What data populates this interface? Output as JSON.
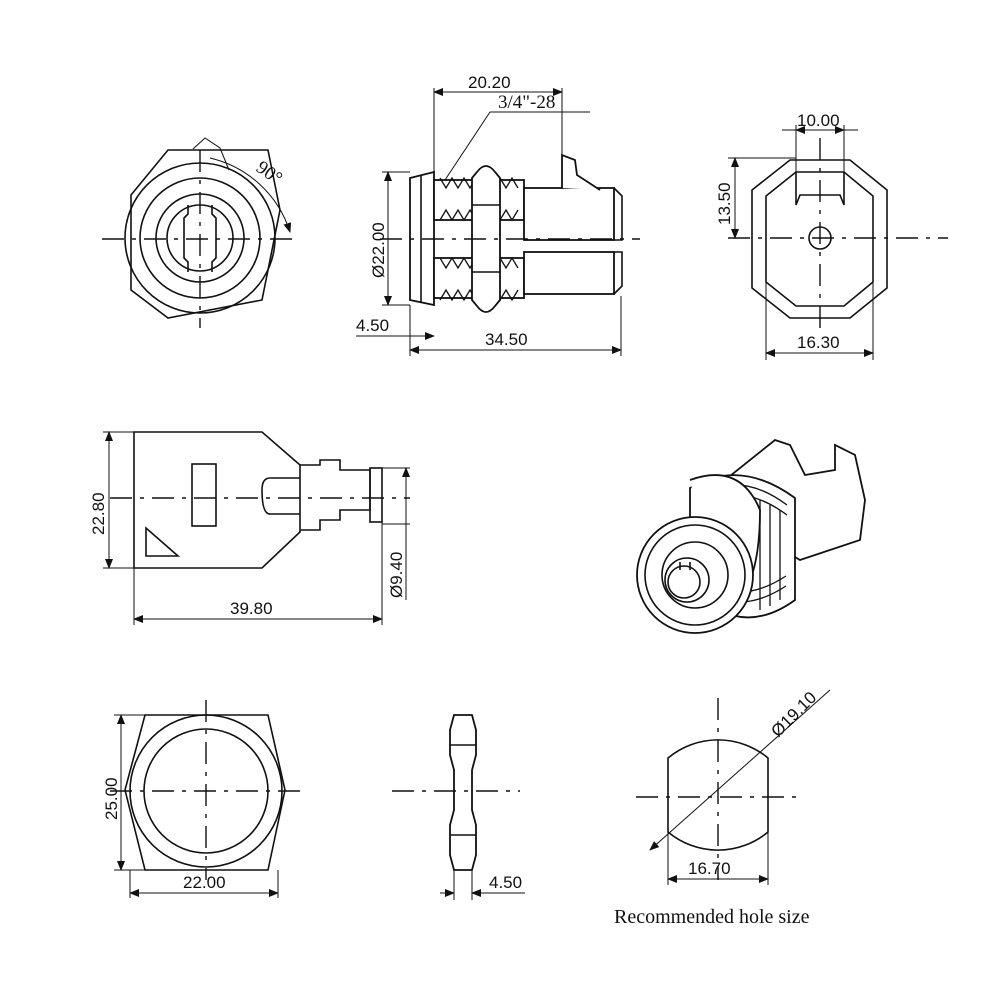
{
  "labels": {
    "angle": "90°",
    "thread_len": "20.20",
    "thread_spec": "3/4\"-28",
    "body_dia": "Ø22.00",
    "flange_thk": "4.50",
    "total_len": "34.50",
    "cam_width": "10.00",
    "cam_offset": "13.50",
    "rear_width": "16.30",
    "key_height": "22.80",
    "key_dia": "Ø9.40",
    "key_len": "39.80",
    "nut_height": "25.00",
    "nut_width": "22.00",
    "nut_thk": "4.50",
    "hole_dia": "Ø19.10",
    "hole_flat": "16.70",
    "caption": "Recommended hole size"
  }
}
